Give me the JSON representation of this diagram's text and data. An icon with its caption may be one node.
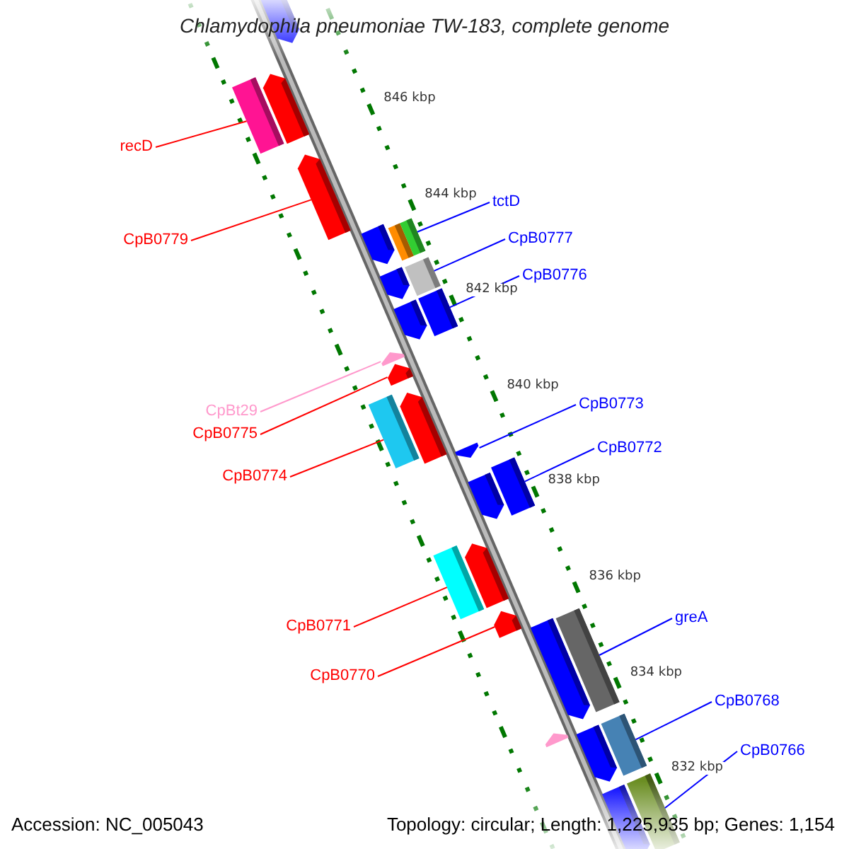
{
  "diagram": {
    "title": "Chlamydophila pneumoniae TW-183, complete genome",
    "nodes": [
      {
        "text": [
          "recD"
        ]
      },
      {
        "text": [
          "tctD"
        ]
      },
      {
        "text": [
          "CpB0777"
        ]
      },
      {
        "text": [
          "CpB0779"
        ]
      },
      {
        "text": [
          "CpB0776"
        ]
      },
      {
        "text": [
          "CpBt29"
        ]
      },
      {
        "text": [
          "CpB0773"
        ]
      },
      {
        "text": [
          "CpB0775"
        ]
      },
      {
        "text": [
          "CpB0772"
        ]
      },
      {
        "text": [
          "CpB0774"
        ]
      },
      {
        "text": [
          "CpB0771"
        ]
      },
      {
        "text": [
          "greA"
        ]
      },
      {
        "text": [
          "CpB0770"
        ]
      },
      {
        "text": [
          "CpB0768"
        ]
      },
      {
        "text": [
          "CpB0766"
        ]
      },
      {
        "text": [],
        "shape": "bar"
      },
      {
        "text": [],
        "shape": "bar"
      },
      {
        "text": [],
        "shape": "bar"
      },
      {
        "text": [],
        "shape": "bar"
      },
      {
        "text": [],
        "shape": "bar"
      },
      {
        "text": [],
        "shape": "bar"
      },
      {
        "text": [],
        "shape": "bar"
      },
      {
        "text": [],
        "shape": "bar"
      },
      {
        "text": [],
        "shape": "bar"
      },
      {
        "text": [],
        "shape": "bar"
      },
      {
        "text": [],
        "shape": "bar"
      },
      {
        "text": [],
        "shape": "bar"
      },
      {
        "text": [],
        "shape": "bar"
      },
      {
        "text": [],
        "shape": "bar"
      },
      {
        "text": [],
        "shape": "bar"
      }
    ],
    "edges": [
      {
        "from": 0,
        "to": 15,
        "arrow": "none",
        "color": "#ff0000"
      },
      {
        "from": 1,
        "to": 17,
        "arrow": "none"
      },
      {
        "from": 2,
        "to": 18,
        "arrow": "none"
      },
      {
        "from": 3,
        "to": 16,
        "arrow": "none",
        "color": "#ff0000"
      },
      {
        "from": 4,
        "to": 19,
        "arrow": "none"
      },
      {
        "from": 5,
        "to": 20,
        "arrow": "none",
        "color": "#ff99cc"
      },
      {
        "from": 6,
        "to": 23,
        "arrow": "none"
      },
      {
        "from": 7,
        "to": 21,
        "arrow": "none",
        "color": "#ff0000"
      },
      {
        "from": 8,
        "to": 24,
        "arrow": "none"
      },
      {
        "from": 9,
        "to": 22,
        "arrow": "none",
        "color": "#ff0000"
      },
      {
        "from": 10,
        "to": 25,
        "arrow": "none",
        "color": "#ff0000"
      },
      {
        "from": 11,
        "to": 27,
        "arrow": "none"
      },
      {
        "from": 12,
        "to": 26,
        "arrow": "none",
        "color": "#ff0000"
      },
      {
        "from": 13,
        "to": 28,
        "arrow": "none"
      },
      {
        "from": 14,
        "to": 29,
        "arrow": "none"
      }
    ],
    "labels": [
      "846 kbp",
      "844 kbp",
      "842 kbp",
      "840 kbp",
      "838 kbp",
      "836 kbp",
      "834 kbp",
      "832 kbp",
      "Accession: NC_005043",
      "Topology: circular; Length: 1,225,935 bp; Genes: 1,154"
    ]
  }
}
